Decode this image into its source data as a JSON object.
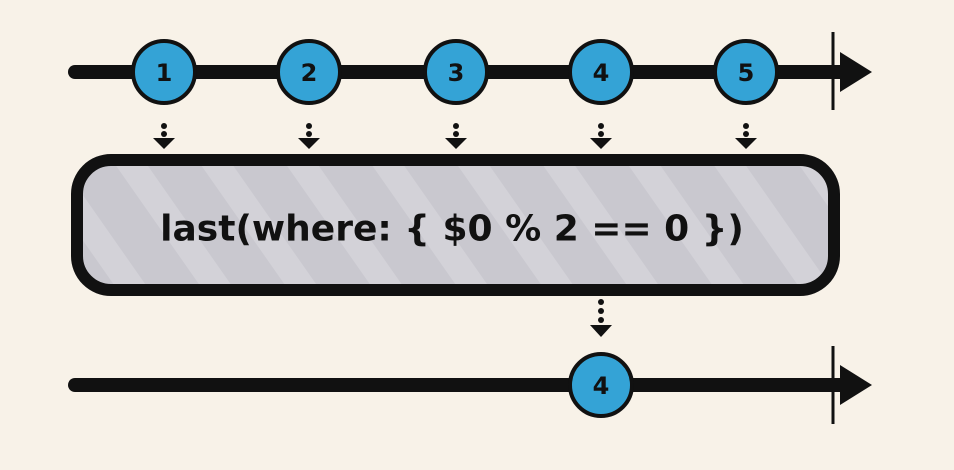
{
  "colors": {
    "background": "#f8f2e8",
    "marble_fill": "#34a3d6",
    "line": "#111111",
    "operator_fill": "#c9c8cf"
  },
  "input_timeline": {
    "marbles": [
      "1",
      "2",
      "3",
      "4",
      "5"
    ]
  },
  "operator": {
    "label": "last(where: { $0 % 2 == 0 })"
  },
  "output_timeline": {
    "marbles": [
      "4"
    ]
  }
}
